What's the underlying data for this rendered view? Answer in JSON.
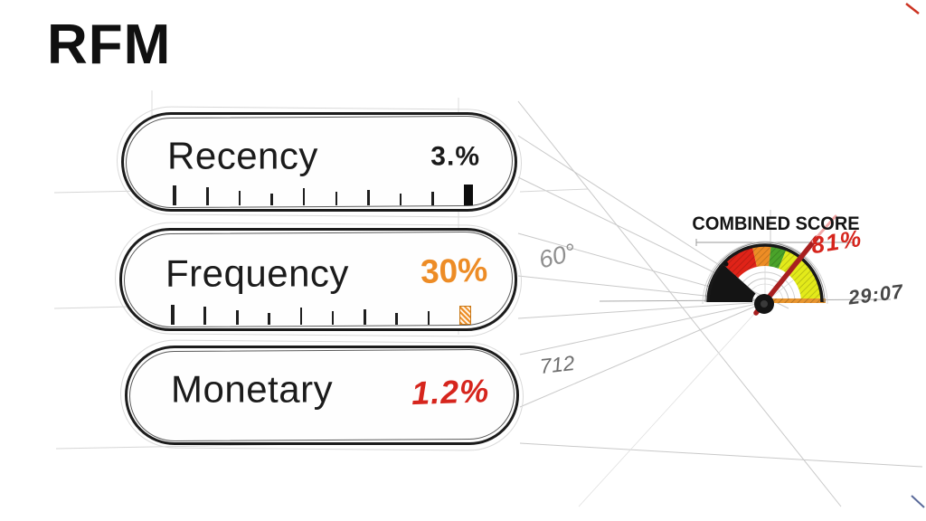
{
  "title": "RFM",
  "metrics": [
    {
      "name": "Recency",
      "value": "3.%",
      "value_color": "#1a1a1a",
      "scale_end_marker": "black-filled"
    },
    {
      "name": "Frequency",
      "value": "30%",
      "value_color": "#ed8c26",
      "scale_end_marker": "orange-hatched"
    },
    {
      "name": "Monetary",
      "value": "1.2%",
      "value_color": "#d6251d",
      "scale_end_marker": "none"
    }
  ],
  "gauge": {
    "title": "COMBINED SCORE",
    "needle_annotation": "81%",
    "side_annotation": "29:07",
    "segment_colors": [
      "#141414",
      "#e02318",
      "#ed8d25",
      "#4aa32a",
      "#e3ea1a"
    ],
    "needle_color": "#a81f1f"
  },
  "annotations": {
    "upper_connector_note": "60°",
    "lower_connector_note": "712"
  },
  "colors": {
    "background": "#ffffff",
    "ink": "#1a1a1a",
    "pencil": "#c9c9c9",
    "accent_orange": "#ed8c26",
    "accent_red": "#d6251d",
    "gauge_yellow": "#e3ea1a",
    "gauge_green": "#4aa32a"
  }
}
